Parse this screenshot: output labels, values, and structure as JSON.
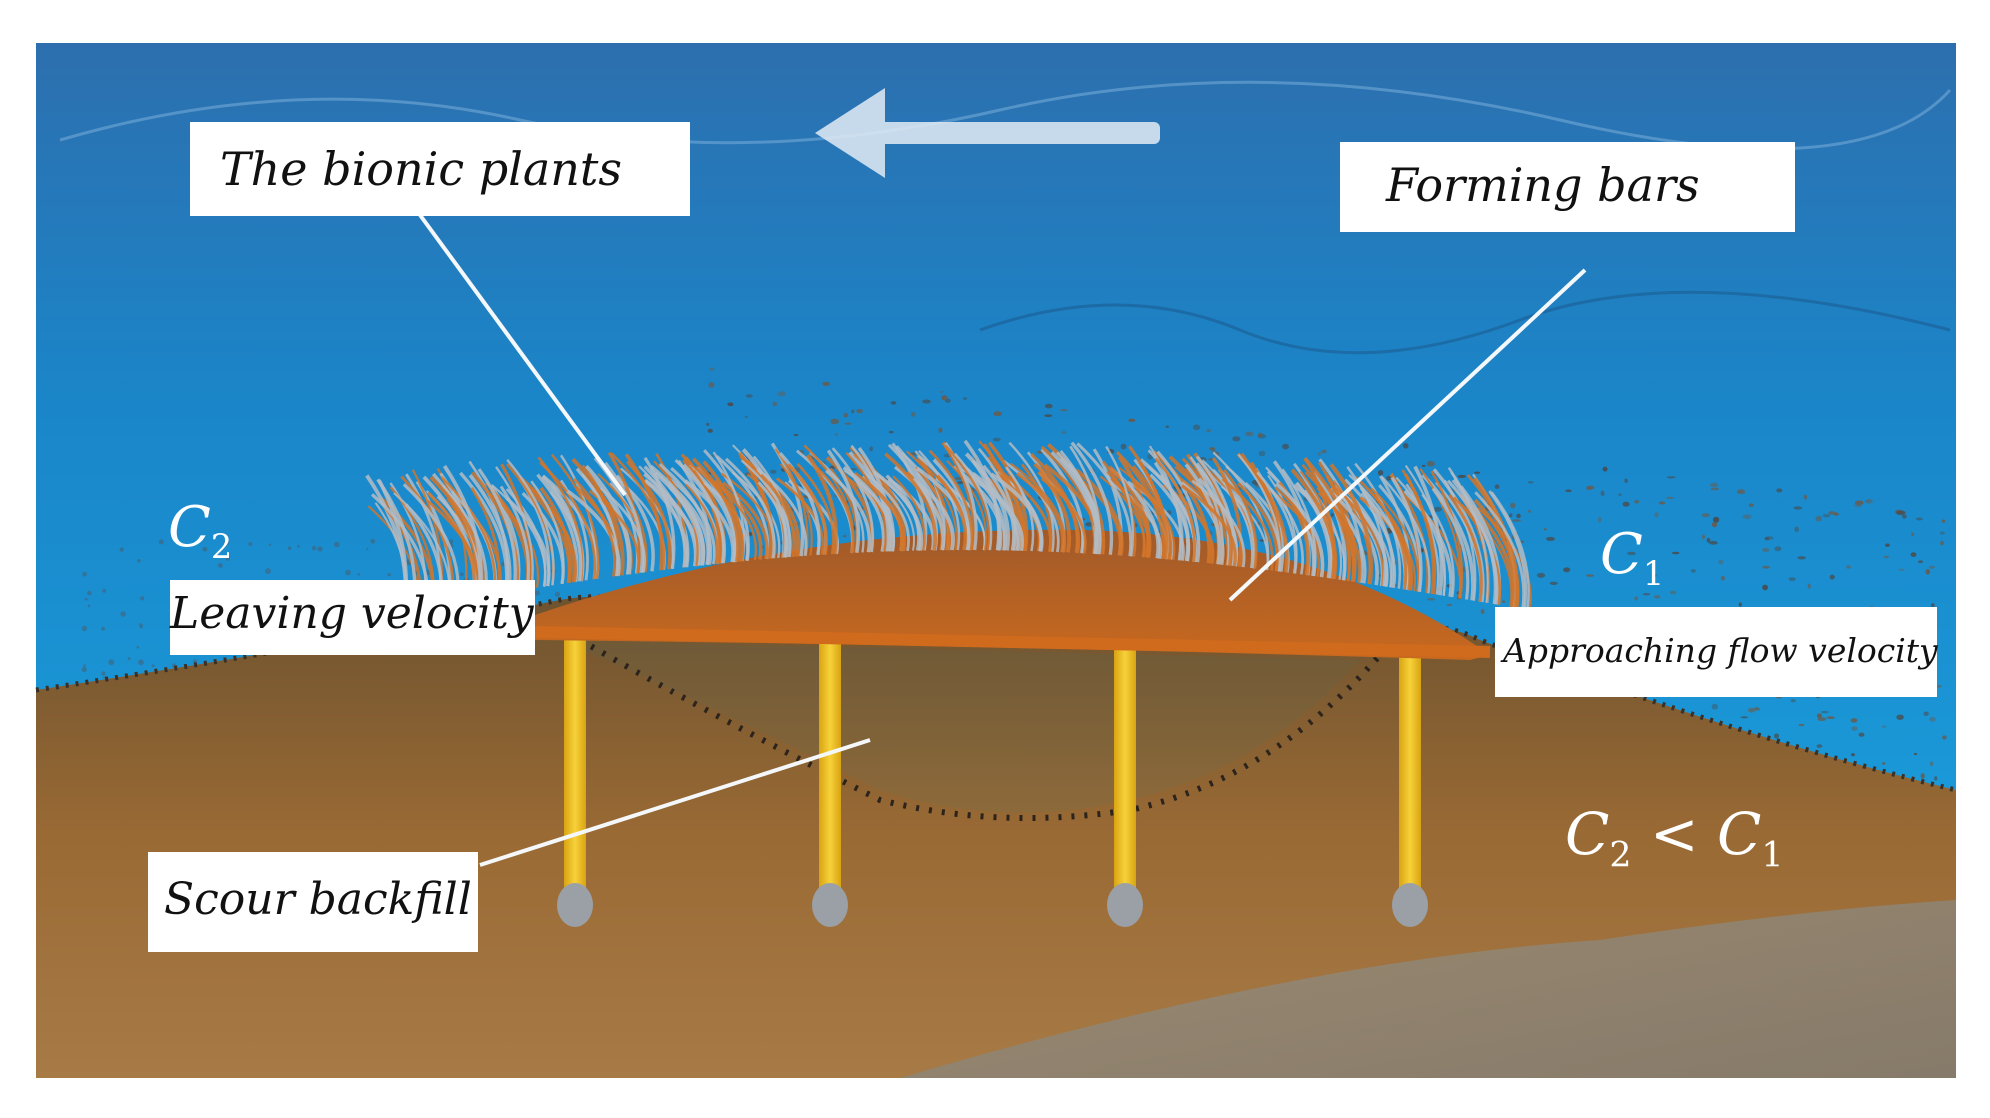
{
  "labels": {
    "bionic_plants": "The bionic plants",
    "forming_bars": "Forming bars",
    "leaving_velocity": "Leaving velocity",
    "approaching_flow_velocity": "Approaching flow velocity",
    "scour_backfill": "Scour backfill"
  },
  "symbols": {
    "c2": {
      "base": "C",
      "sub": "2"
    },
    "c1": {
      "base": "C",
      "sub": "1"
    },
    "relation": {
      "left_base": "C",
      "left_sub": "2",
      "op": " < ",
      "right_base": "C",
      "right_sub": "1"
    }
  },
  "colors": {
    "water_top": "#2d6fae",
    "water_mid": "#1a8fd0",
    "water_bottom": "#1aa3e0",
    "seabed_top": "#7a5a2c",
    "seabed_bottom": "#a9743a",
    "deep_sand": "#8e8a7c",
    "plant_orange": "#d26a1e",
    "plant_grey": "#a9b4bf",
    "pile_yellow": "#f2c21a",
    "arrow": "#dfe8f2"
  },
  "icons": {
    "flow_arrow": "left-arrow-icon"
  }
}
